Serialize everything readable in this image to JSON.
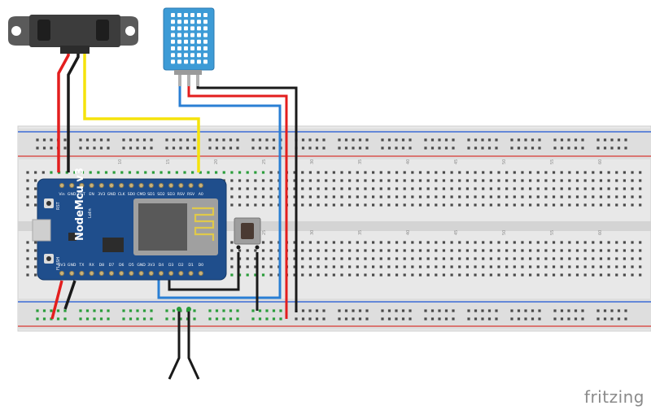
{
  "nodemcu": {
    "label": "NodeMcu v3",
    "sublabel": "Lolin",
    "rst_label": "RST",
    "flash_label": "FLASH",
    "top_pins": [
      "Vin",
      "GND",
      "RST",
      "EN",
      "3V3",
      "GND",
      "CLK",
      "SD0",
      "CMD",
      "SD1",
      "SD2",
      "SD3",
      "RSV",
      "RSV",
      "A0"
    ],
    "bottom_pins": [
      "3V3",
      "GND",
      "TX",
      "RX",
      "D8",
      "D7",
      "D6",
      "D5",
      "GND",
      "3V3",
      "D4",
      "D3",
      "D2",
      "D1",
      "D0"
    ]
  },
  "breadboard": {
    "column_numbers": [
      "10",
      "15",
      "20",
      "25",
      "30",
      "35",
      "40",
      "45",
      "50",
      "55",
      "60"
    ]
  },
  "colors": {
    "board": "#1f4e8c",
    "breadboard": "#e9e9e9",
    "sensor_blue": "#3d9bd6",
    "wire_red": "#e31e1e",
    "wire_black": "#1a1a1a",
    "wire_yellow": "#f5e30c",
    "wire_blue": "#2a7fd4",
    "rail_red": "#d9534f",
    "rail_blue": "#3b6bd6"
  },
  "watermark": "fritzing"
}
